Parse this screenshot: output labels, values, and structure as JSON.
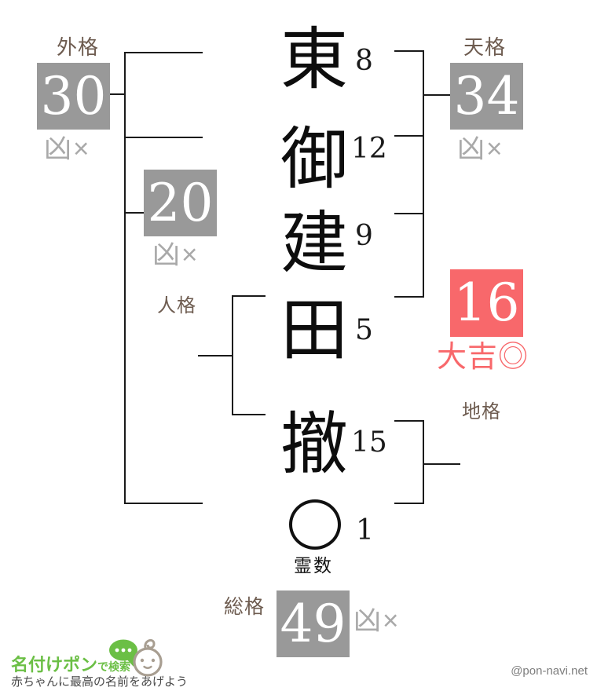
{
  "diagram": {
    "name": [
      {
        "char": "東",
        "strokes": "8"
      },
      {
        "char": "御",
        "strokes": "12"
      },
      {
        "char": "建",
        "strokes": "9"
      },
      {
        "char": "田",
        "strokes": "5"
      },
      {
        "char": "撤",
        "strokes": "15"
      }
    ],
    "spirit_number": {
      "label": "霊数",
      "strokes": "1"
    },
    "fortunes": {
      "gaikaku": {
        "label": "外格",
        "value": "30",
        "judgment": "凶×"
      },
      "tenkaku": {
        "label": "天格",
        "value": "34",
        "judgment": "凶×"
      },
      "jinkaku": {
        "label": "人格",
        "value": "20",
        "judgment": "凶×"
      },
      "chikaku": {
        "label": "地格",
        "value": "16",
        "judgment": "大吉◎"
      },
      "soukaku": {
        "label": "総格",
        "value": "49",
        "judgment": "凶×"
      }
    },
    "colors": {
      "box_gray": "#999999",
      "box_red": "#f8686b",
      "label_brown": "#6e5c50",
      "judgment_gray": "#a9a9a9",
      "logo_green": "#6bbf45"
    }
  },
  "footer": {
    "logo_text": "名付けポン",
    "logo_suffix": "で検索",
    "tagline": "赤ちゃんに最高の名前をあげよう",
    "credit": "@pon-navi.net"
  }
}
